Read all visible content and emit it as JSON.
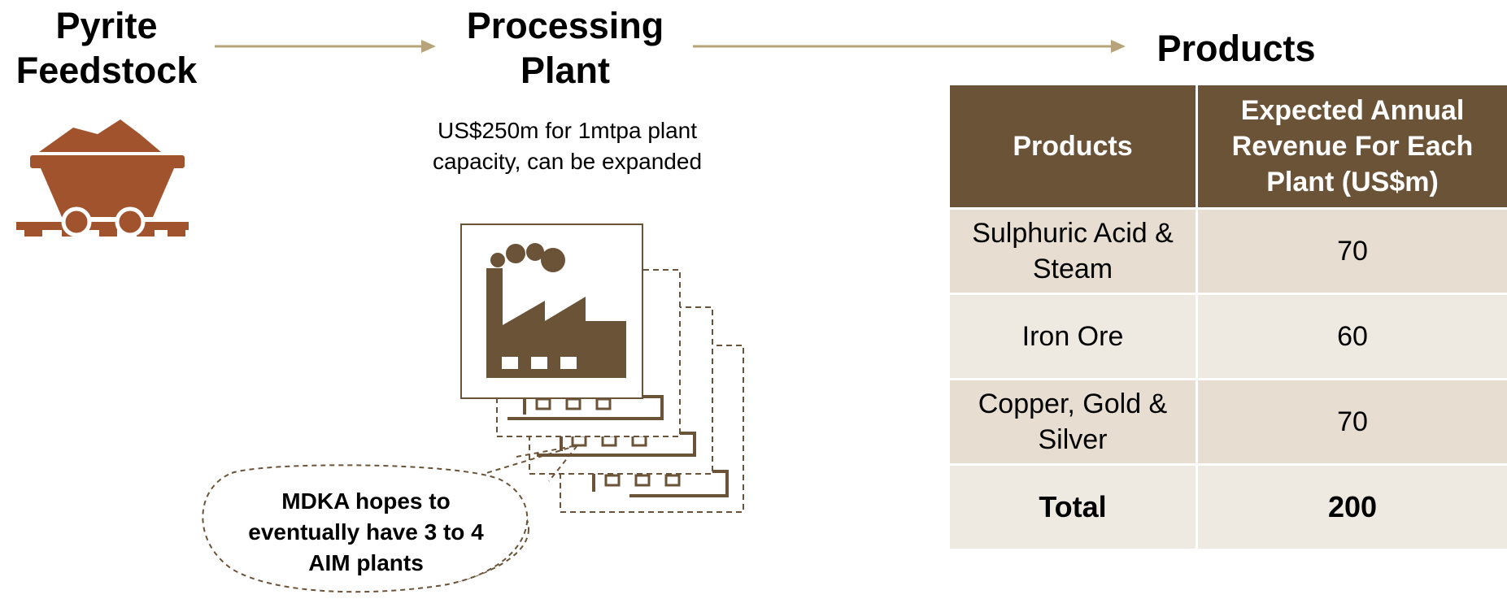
{
  "colors": {
    "brown": "#6b5338",
    "rust": "#a0532d",
    "arrow": "#b8a47a",
    "row_dark": "#e7ddd1",
    "row_light": "#efeae1"
  },
  "stages": {
    "feedstock": {
      "line1": "Pyrite",
      "line2": "Feedstock",
      "icon": "mine-cart-icon"
    },
    "plant": {
      "line1": "Processing",
      "line2": "Plant",
      "icon": "factory-icon",
      "note": "US$250m for 1mtpa plant capacity, can be expanded"
    },
    "products": {
      "title": "Products"
    }
  },
  "callout": {
    "text": "MDKA hopes to eventually have 3 to 4 AIM plants"
  },
  "table": {
    "headers": [
      "Products",
      "Expected Annual Revenue For Each Plant (US$m)"
    ],
    "rows": [
      {
        "product": "Sulphuric Acid & Steam",
        "revenue": "70"
      },
      {
        "product": "Iron Ore",
        "revenue": "60"
      },
      {
        "product": "Copper, Gold & Silver",
        "revenue": "70"
      }
    ],
    "total": {
      "label": "Total",
      "revenue": "200"
    }
  }
}
